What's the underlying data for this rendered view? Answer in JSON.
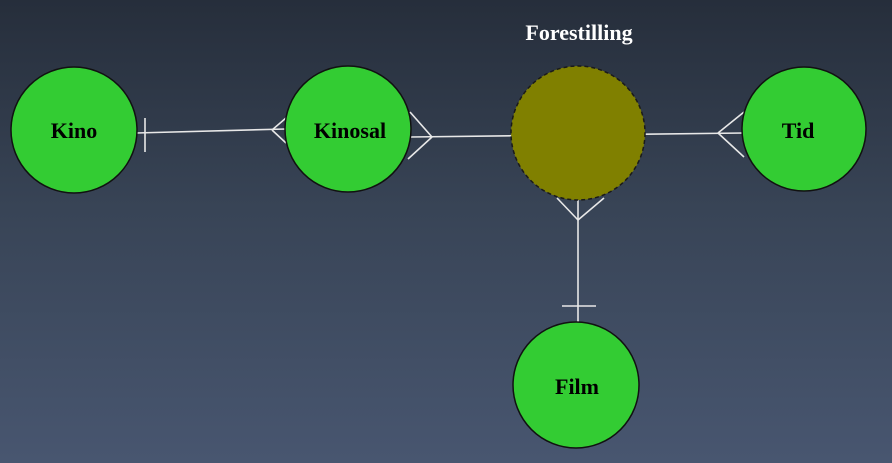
{
  "diagram": {
    "entities": [
      {
        "id": "kino",
        "label": "Kino"
      },
      {
        "id": "kinosal",
        "label": "Kinosal"
      },
      {
        "id": "tid",
        "label": "Tid"
      },
      {
        "id": "film",
        "label": "Film"
      }
    ],
    "relationship": {
      "id": "forestilling",
      "label": "Forestilling"
    },
    "connections": [
      {
        "from": "kino",
        "to": "kinosal",
        "from_end": "one",
        "to_end": "many"
      },
      {
        "from": "kinosal",
        "to": "forestilling",
        "from_end": "many",
        "to_end": "none"
      },
      {
        "from": "forestilling",
        "to": "tid",
        "from_end": "none",
        "to_end": "many"
      },
      {
        "from": "forestilling",
        "to": "film",
        "from_end": "many",
        "to_end": "one"
      }
    ]
  },
  "colors": {
    "entity_fill": "#33cc33",
    "relationship_fill": "#808000",
    "outline": "#111111",
    "connector": "#e8e8e8",
    "relationship_label": "#ffffff",
    "entity_label": "#000000"
  }
}
